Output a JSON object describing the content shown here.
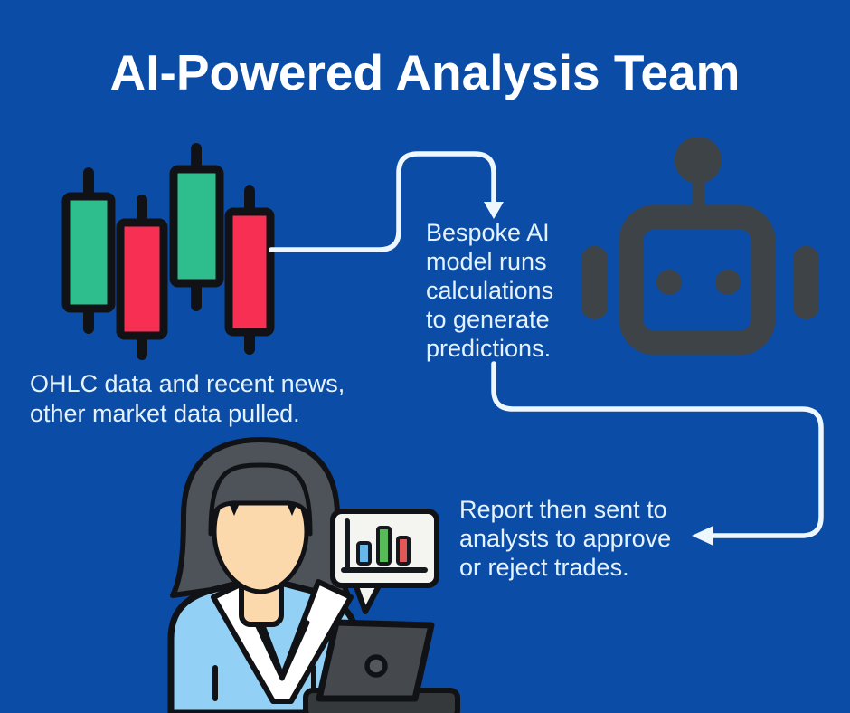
{
  "title": "AI-Powered Analysis Team",
  "captions": {
    "ohlc": "OHLC data and recent news,\nother market data pulled.",
    "ai_model": "Bespoke AI\nmodel runs\ncalculations\nto generate\npredictions.",
    "report": "Report then sent to\nanalysts to approve\nor reject trades."
  },
  "icons": {
    "data_source": "candlestick-chart-icon",
    "ai": "robot-icon",
    "human": "analyst-with-laptop-illustration",
    "bubble": "bar-chart-speech-bubble",
    "connectors": [
      "arrow-candles-to-ai",
      "arrow-ai-to-analyst"
    ]
  },
  "colors": {
    "background": "#0b4da6",
    "title_text": "#ffffff",
    "caption_text": "#e4f2fd",
    "arrow": "#eef7fd",
    "robot": "#3e4347",
    "candle_green": "#2ebe8e",
    "candle_red": "#f73053",
    "outline": "#101216",
    "hair": "#4d5358",
    "skin": "#fcd8ad",
    "blouse": "#92d1f5",
    "collar": "#ffffff",
    "bubble": "#f4f4f1",
    "laptop": "#45494d",
    "laptop_base": "#35393c",
    "bar_blue": "#66b9e9",
    "bar_green": "#57bb57",
    "bar_red": "#e25858"
  }
}
